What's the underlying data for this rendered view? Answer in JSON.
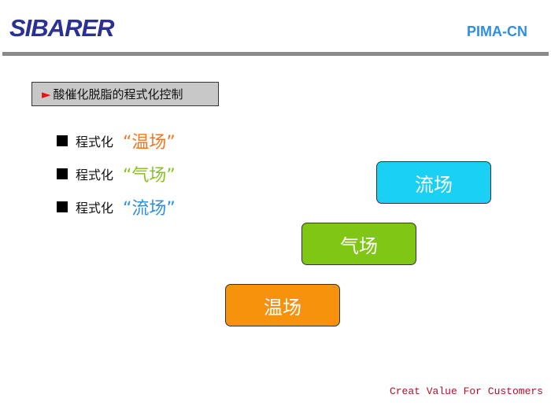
{
  "header": {
    "logo": "SIBARER",
    "brand": "PIMA-CN"
  },
  "title": {
    "marker": "►",
    "text": "酸催化脱脂的程式化控制"
  },
  "bullets": [
    {
      "label": "程式化",
      "term": "“温场”",
      "color": "#f07820"
    },
    {
      "label": "程式化",
      "term": "“气场”",
      "color": "#8cc21e"
    },
    {
      "label": "程式化",
      "term": "“流场”",
      "color": "#2e8fe0"
    }
  ],
  "steps": [
    {
      "label": "流场",
      "color": "#1ad1f5"
    },
    {
      "label": "气场",
      "color": "#80c614"
    },
    {
      "label": "温场",
      "color": "#f7920c"
    }
  ],
  "footer": "Creat Value For Customers"
}
